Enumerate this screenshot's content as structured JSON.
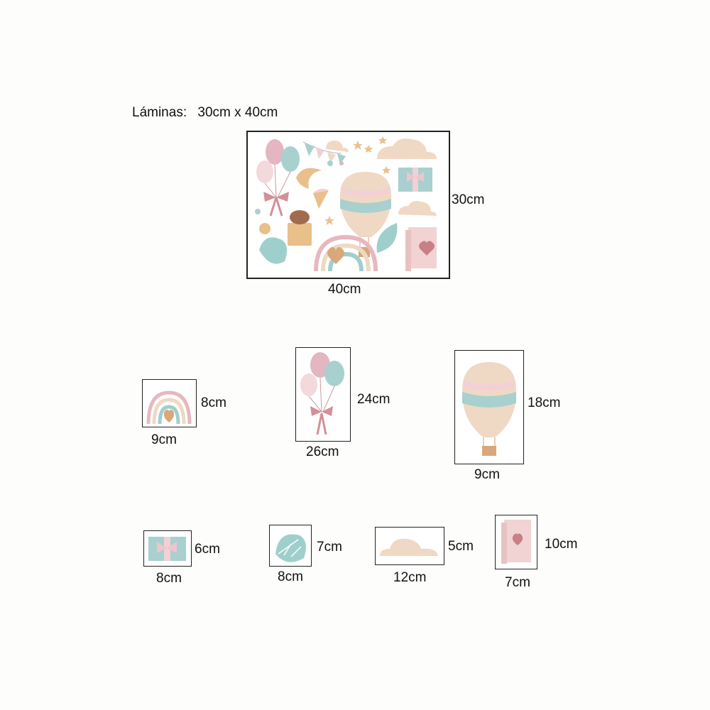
{
  "header": {
    "label": "Láminas:",
    "size": "30cm x 40cm"
  },
  "sheet": {
    "height_label": "30cm",
    "width_label": "40cm"
  },
  "pieces": [
    {
      "name": "rainbow",
      "height": "8cm",
      "width": "9cm"
    },
    {
      "name": "balloons",
      "height": "24cm",
      "width": "26cm"
    },
    {
      "name": "hot-air-balloon",
      "height": "18cm",
      "width": "9cm"
    },
    {
      "name": "gift",
      "height": "6cm",
      "width": "8cm"
    },
    {
      "name": "leaf",
      "height": "7cm",
      "width": "8cm"
    },
    {
      "name": "cloud",
      "height": "5cm",
      "width": "12cm"
    },
    {
      "name": "book",
      "height": "10cm",
      "width": "7cm"
    }
  ],
  "palette": {
    "pink": "#e8b7bf",
    "teal": "#9fcfcc",
    "beige": "#efd9c4",
    "tan": "#d9a77a",
    "rose": "#c97f86"
  }
}
